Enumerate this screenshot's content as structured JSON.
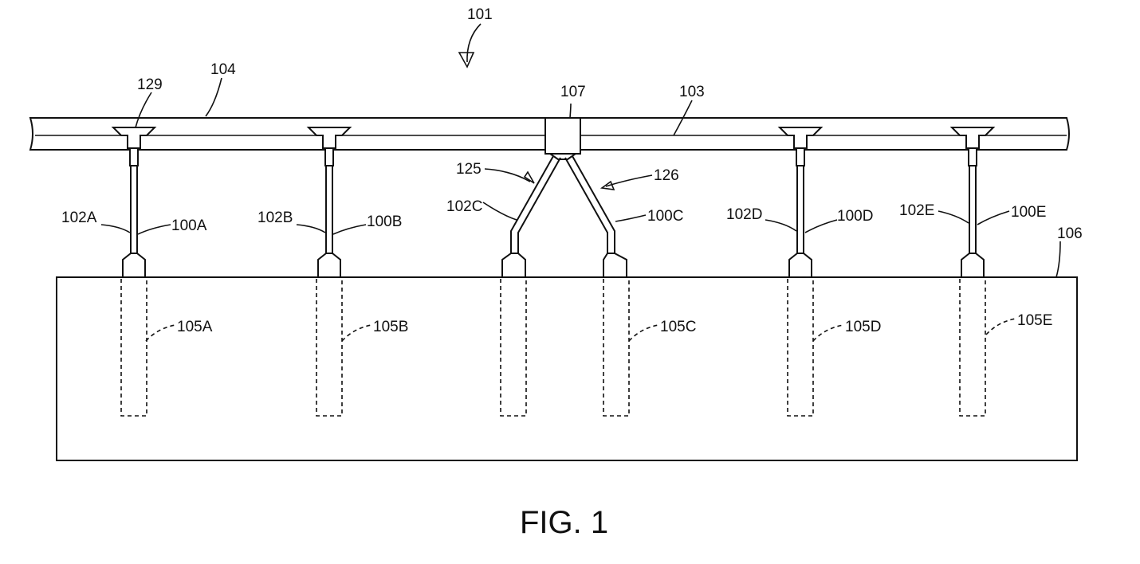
{
  "labels": {
    "assembly": "101",
    "rail_left": "104",
    "rail_right": "103",
    "bracket": "129",
    "connector": "107",
    "arrow_left": "125",
    "arrow_right": "126",
    "ground": "106"
  },
  "posts": [
    {
      "id": "A",
      "left_label": "102A",
      "right_label": "100A",
      "pile_label": "105A"
    },
    {
      "id": "B",
      "left_label": "102B",
      "right_label": "100B",
      "pile_label": "105B"
    },
    {
      "id": "C",
      "left_label": "102C",
      "right_label": "100C",
      "pile_label": "105C"
    },
    {
      "id": "D",
      "left_label": "102D",
      "right_label": "100D",
      "pile_label": "105D"
    },
    {
      "id": "E",
      "left_label": "102E",
      "right_label": "100E",
      "pile_label": "105E"
    }
  ],
  "caption": "FIG. 1"
}
